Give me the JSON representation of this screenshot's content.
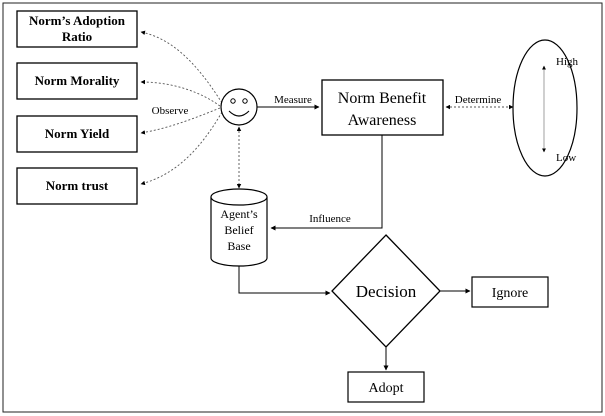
{
  "factors": [
    {
      "id": "adoption",
      "line1": "Norm’s Adoption",
      "line2": "Ratio"
    },
    {
      "id": "morality",
      "label": "Norm Morality"
    },
    {
      "id": "yield",
      "label": "Norm Yield"
    },
    {
      "id": "trust",
      "label": "Norm trust"
    }
  ],
  "agent": {
    "face": "smiley"
  },
  "edges": {
    "observe": "Observe",
    "measure": "Measure",
    "determine": "Determine",
    "influence": "Influence"
  },
  "awareness": {
    "line1": "Norm Benefit",
    "line2": "Awareness"
  },
  "scale": {
    "high": "High",
    "low": "Low"
  },
  "belief_base": {
    "line1": "Agent’s",
    "line2": "Belief",
    "line3": "Base"
  },
  "decision": {
    "label": "Decision"
  },
  "outcomes": {
    "ignore": "Ignore",
    "adopt": "Adopt"
  }
}
